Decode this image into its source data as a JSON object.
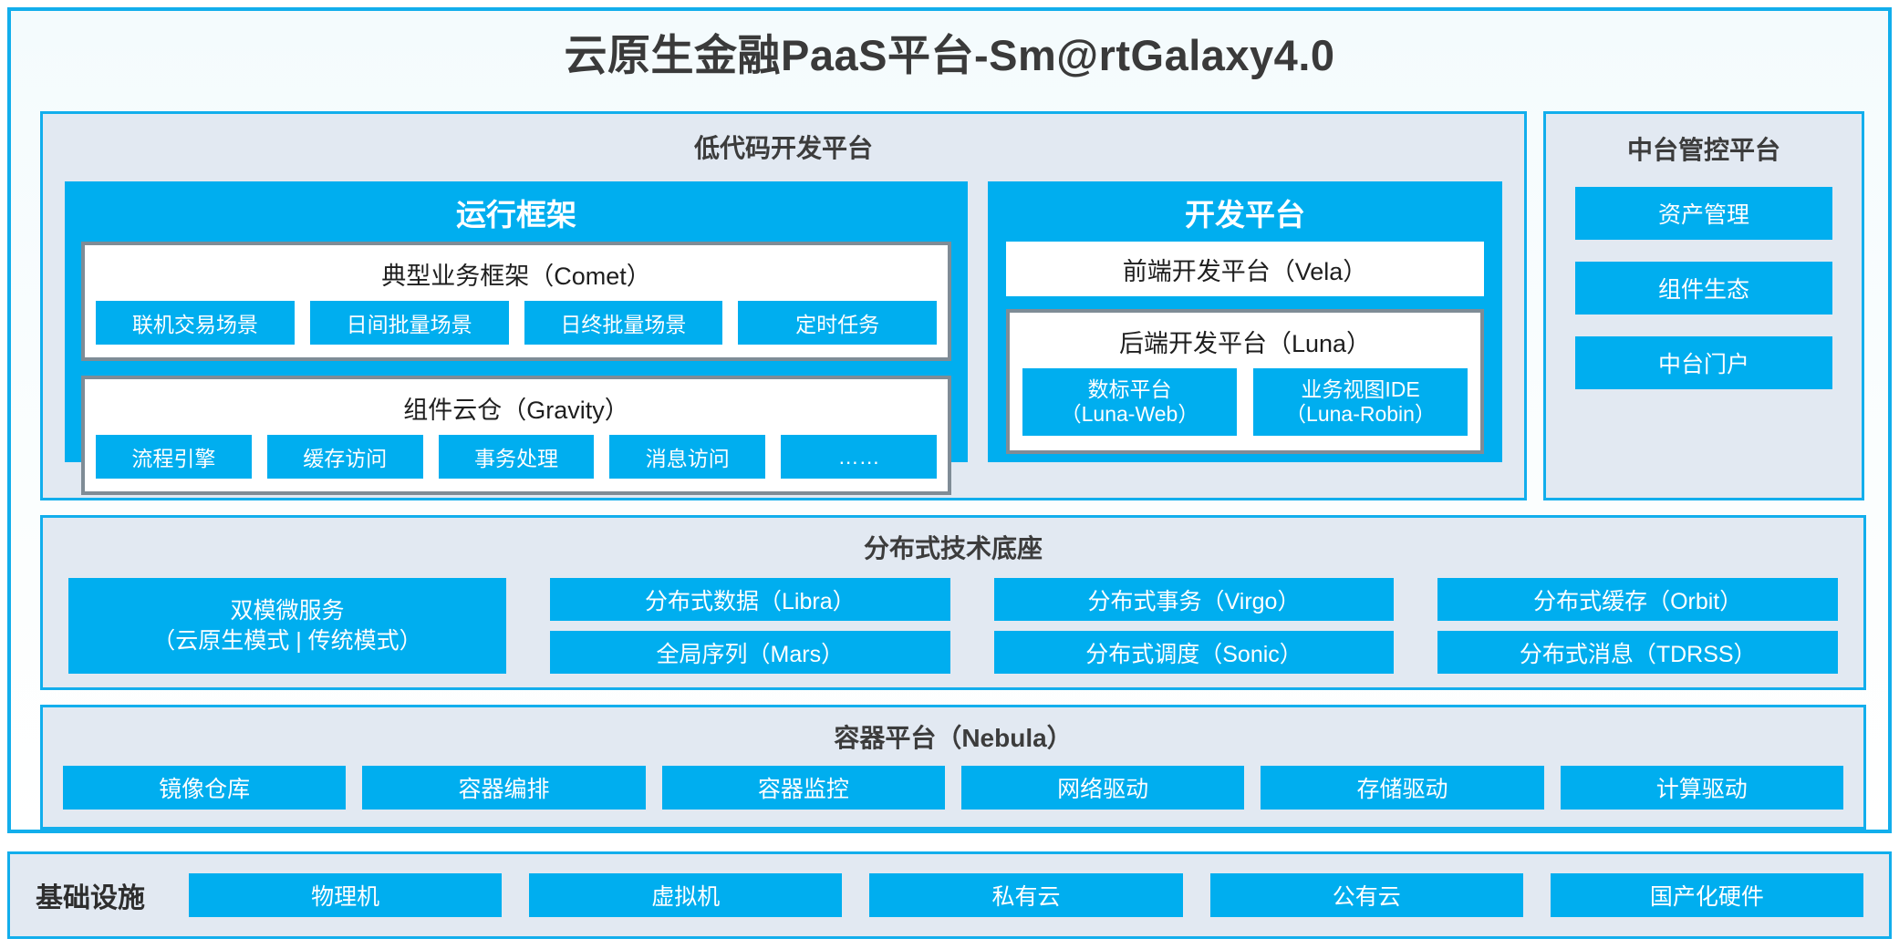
{
  "platform": {
    "title": "云原生金融PaaS平台-Sm@rtGalaxy4.0",
    "accent_color": "#00AEEF",
    "border_color": "#12AEEC",
    "panel_bg": "#E2E9F2",
    "card_border_color": "#7F8C96"
  },
  "lowcode": {
    "title": "低代码开发平台",
    "runtime": {
      "title": "运行框架",
      "comet": {
        "title": "典型业务框架（Comet）",
        "items": [
          "联机交易场景",
          "日间批量场景",
          "日终批量场景",
          "定时任务"
        ]
      },
      "gravity": {
        "title": "组件云仓（Gravity）",
        "items": [
          "流程引擎",
          "缓存访问",
          "事务处理",
          "消息访问",
          "……"
        ]
      }
    },
    "devplatform": {
      "title": "开发平台",
      "frontend": "前端开发平台（Vela）",
      "backend": {
        "title": "后端开发平台（Luna）",
        "items": [
          {
            "name": "数标平台",
            "code": "（Luna-Web）"
          },
          {
            "name": "业务视图IDE",
            "code": "（Luna-Robin）"
          }
        ]
      }
    }
  },
  "midoffice": {
    "title": "中台管控平台",
    "items": [
      "资产管理",
      "组件生态",
      "中台门户"
    ]
  },
  "techbase": {
    "title": "分布式技术底座",
    "microservice": {
      "line1": "双模微服务",
      "line2": "（云原生模式 | 传统模式）"
    },
    "columns": [
      [
        "分布式数据（Libra）",
        "全局序列（Mars）"
      ],
      [
        "分布式事务（Virgo）",
        "分布式调度（Sonic）"
      ],
      [
        "分布式缓存（Orbit）",
        "分布式消息（TDRSS）"
      ]
    ]
  },
  "containers": {
    "title": "容器平台（Nebula）",
    "items": [
      "镜像仓库",
      "容器编排",
      "容器监控",
      "网络驱动",
      "存储驱动",
      "计算驱动"
    ]
  },
  "infrastructure": {
    "label": "基础设施",
    "items": [
      "物理机",
      "虚拟机",
      "私有云",
      "公有云",
      "国产化硬件"
    ]
  }
}
